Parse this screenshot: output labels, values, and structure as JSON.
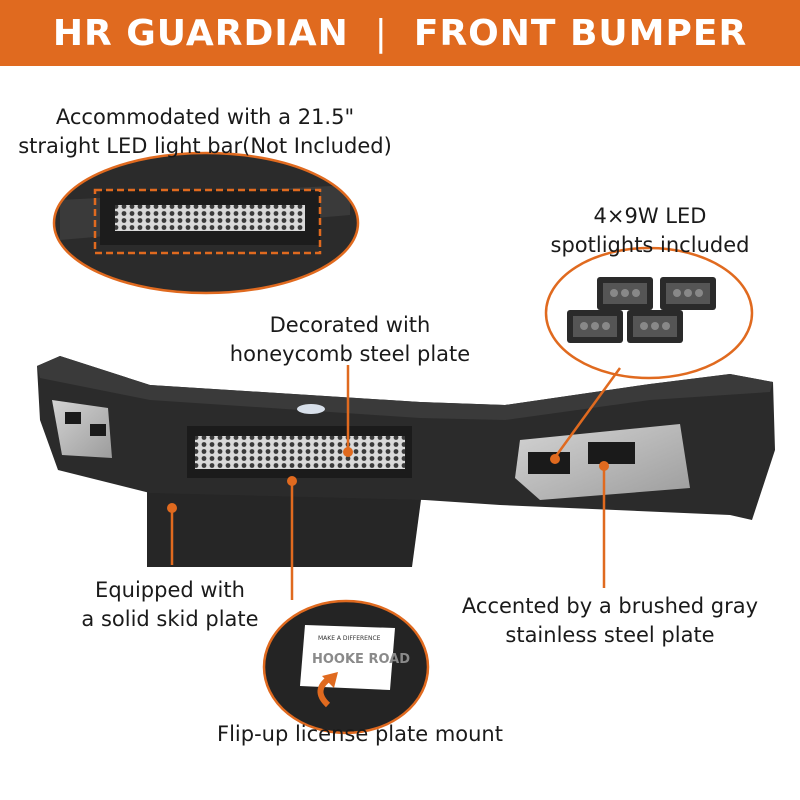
{
  "banner": {
    "left": "HR GUARDIAN",
    "separator": "|",
    "right": "FRONT BUMPER"
  },
  "callouts": {
    "light_bar": {
      "line1": "Accommodated with a 21.5\"",
      "line2": "straight LED light bar(Not Included)"
    },
    "spotlights": {
      "line1": "4×9W LED",
      "line2": "spotlights included"
    },
    "honeycomb": {
      "line1": "Decorated with",
      "line2": "honeycomb steel plate"
    },
    "skid_plate": {
      "line1": "Equipped with",
      "line2": "a solid skid plate"
    },
    "steel_plate": {
      "line1": "Accented by a brushed gray",
      "line2": "stainless steel plate"
    },
    "license_plate": {
      "line1": "Flip-up license plate mount"
    }
  },
  "plate_text": {
    "top": "MAKE A DIFFERENCE",
    "main": "HOOKE ROAD"
  },
  "colors": {
    "accent": "#e06a1f",
    "bumper": "#2a2a2a",
    "steel": "#b9b9b9"
  }
}
